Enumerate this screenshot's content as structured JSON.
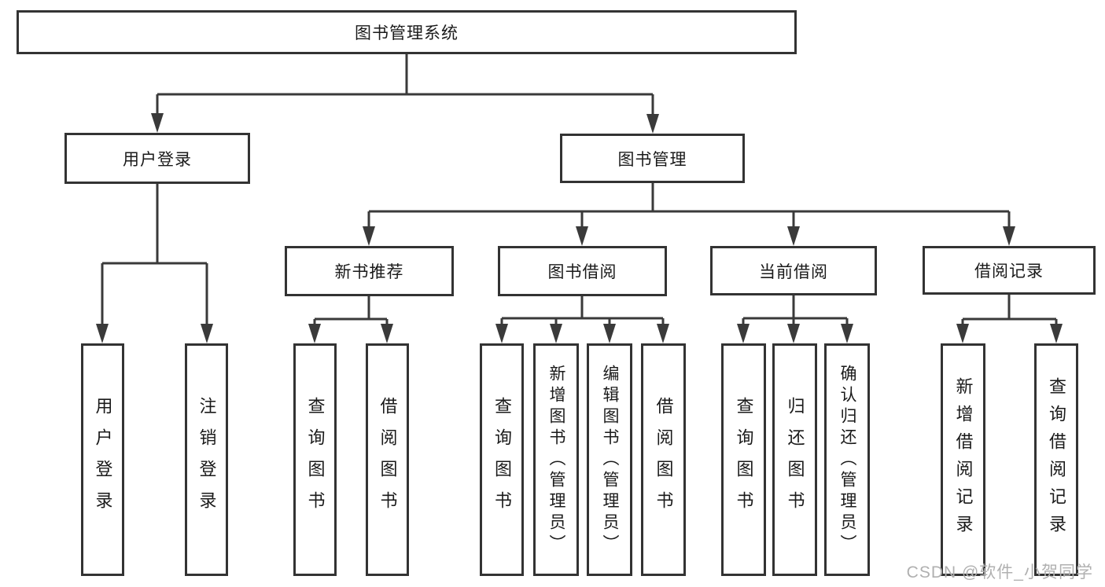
{
  "nodes": {
    "root": "图书管理系统",
    "user_login": "用户登录",
    "book_management": "图书管理",
    "new_book_recommend": "新书推荐",
    "book_borrow": "图书借阅",
    "current_borrow": "当前借阅",
    "borrow_record": "借阅记录",
    "leaf_user_login": "用户登录",
    "leaf_logout": "注销登录",
    "leaf_query_book_recommend": "查询图书",
    "leaf_borrow_book_recommend": "借阅图书",
    "leaf_query_book_borrow": "查询图书",
    "leaf_add_book_admin": "新增图书（管理员）",
    "leaf_edit_book_admin": "编辑图书（管理员）",
    "leaf_borrow_book_borrow": "借阅图书",
    "leaf_query_book_current": "查询图书",
    "leaf_return_book": "归还图书",
    "leaf_confirm_return_admin": "确认归还（管理员）",
    "leaf_add_borrow_record": "新增借阅记录",
    "leaf_query_borrow_record": "查询借阅记录"
  },
  "watermark": {
    "text": "CSDN @软件_小贺同学"
  },
  "colors": {
    "line": "#3a3a3a",
    "box_border": "#333333",
    "text": "#1a1a1a",
    "watermark": "#b0b0b0",
    "background": "#ffffff"
  }
}
